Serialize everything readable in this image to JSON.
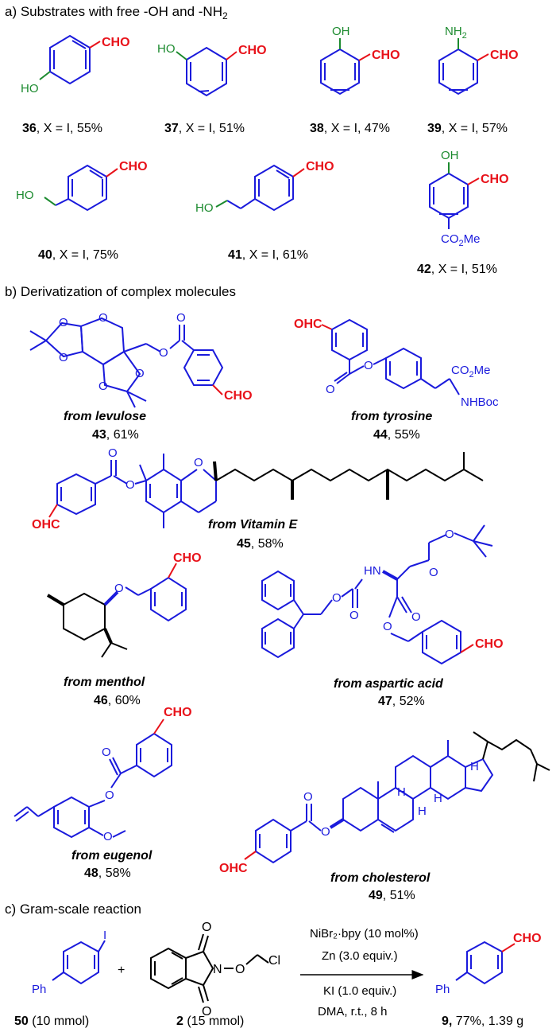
{
  "sections": {
    "a": "a) Substrates with free -OH and -NH",
    "a_sub": "2",
    "b": "b) Derivatization of complex molecules",
    "c": "c) Gram-scale reaction"
  },
  "groups": {
    "cho": "CHO",
    "ho": "HO",
    "oh": "OH",
    "nh2": "NH",
    "nh2_sub": "2",
    "co2me": "CO",
    "co2me_sub": "2",
    "co2me_tail": "Me",
    "nhboc": "NHBoc",
    "hn": "HN",
    "ohc": "OHC",
    "o": "O",
    "h": "H",
    "ph": "Ph",
    "i": "I",
    "n": "N",
    "cl": "Cl"
  },
  "compounds": [
    {
      "num": "36",
      "rest": ", X = I, 55%"
    },
    {
      "num": "37",
      "rest": ", X = I, 51%"
    },
    {
      "num": "38",
      "rest": ", X = I, 47%"
    },
    {
      "num": "39",
      "rest": ", X = I, 57%"
    },
    {
      "num": "40",
      "rest": ", X = I, 75%"
    },
    {
      "num": "41",
      "rest": ", X = I, 61%"
    },
    {
      "num": "42",
      "rest": ", X = I, 51%"
    }
  ],
  "derivatives": [
    {
      "source": "from levulose",
      "num": "43",
      "yield": ", 61%"
    },
    {
      "source": "from tyrosine",
      "num": "44",
      "yield": ", 55%"
    },
    {
      "source": "from Vitamin E",
      "num": "45",
      "yield": ", 58%"
    },
    {
      "source": "from menthol",
      "num": "46",
      "yield": ", 60%"
    },
    {
      "source": "from aspartic acid",
      "num": "47",
      "yield": ", 52%"
    },
    {
      "source": "from eugenol",
      "num": "48",
      "yield": ", 58%"
    },
    {
      "source": "from cholesterol",
      "num": "49",
      "yield": ", 51%"
    }
  ],
  "gram_scale": {
    "reactant1": {
      "num": "50",
      "amount": " (10 mmol)"
    },
    "plus": "+",
    "reactant2": {
      "num": "2",
      "amount": " (15 mmol)"
    },
    "conditions": [
      "NiBr₂·bpy (10 mol%)",
      "Zn (3.0 equiv.)",
      "KI (1.0 equiv.)",
      "DMA, r.t., 8 h"
    ],
    "product": {
      "num": "9,",
      "yield": " 77%, 1.39 g"
    }
  }
}
